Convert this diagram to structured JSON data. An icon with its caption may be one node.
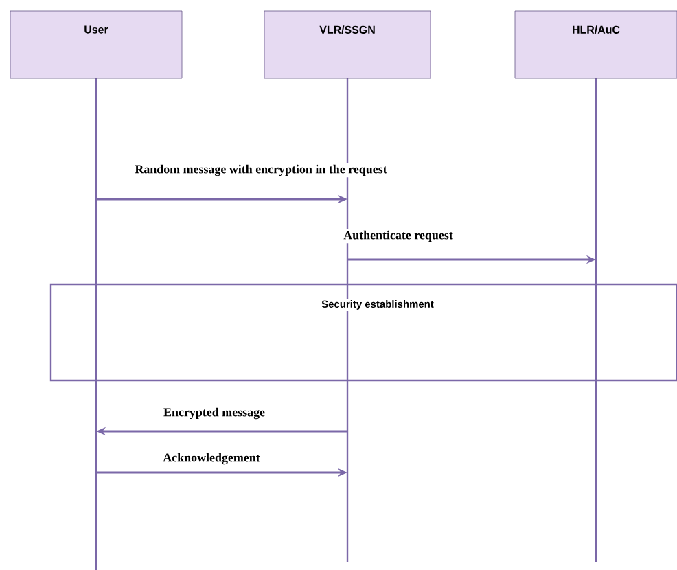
{
  "diagram": {
    "nodes": [
      {
        "text": [
          "User"
        ]
      },
      {
        "text": [
          "VLR/SSGN"
        ]
      },
      {
        "text": [
          "HLR/AuC"
        ]
      },
      {
        "text": [
          "Security establishment"
        ]
      }
    ],
    "edges": [
      {
        "from": 0,
        "to": 1,
        "arrow": "to",
        "label": "Random message with encryption in the request"
      },
      {
        "from": 1,
        "to": 2,
        "arrow": "to",
        "label": "Authenticate request"
      },
      {
        "from": 1,
        "to": 0,
        "arrow": "to",
        "label": "Encrypted message"
      },
      {
        "from": 0,
        "to": 1,
        "arrow": "to",
        "label": "Acknowledgement"
      }
    ]
  }
}
